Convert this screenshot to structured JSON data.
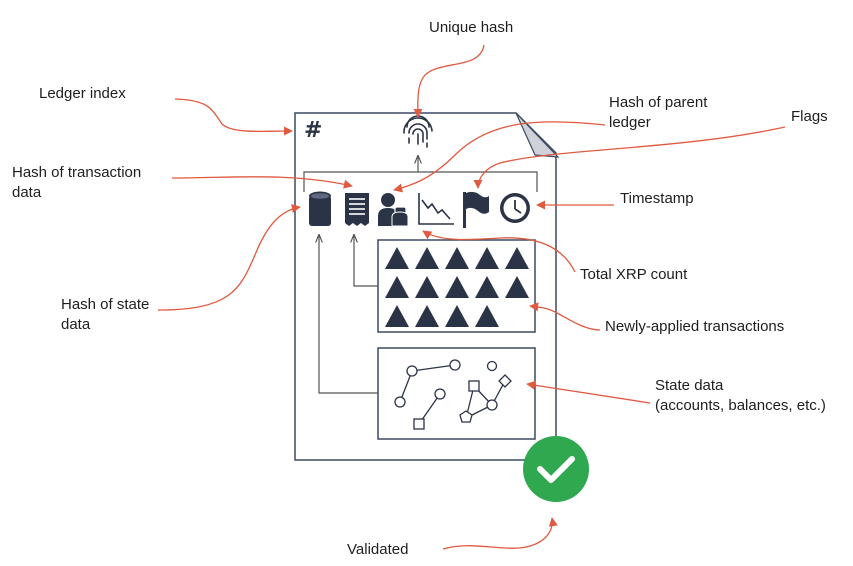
{
  "labels": {
    "unique_hash": "Unique hash",
    "ledger_index": "Ledger index",
    "hash_parent_line1": "Hash of parent",
    "hash_parent_line2": "ledger",
    "flags": "Flags",
    "hash_tx_line1": "Hash of transaction",
    "hash_tx_line2": "data",
    "timestamp": "Timestamp",
    "total_xrp": "Total XRP count",
    "hash_state_line1": "Hash of state",
    "hash_state_line2": "data",
    "new_tx": "Newly-applied transactions",
    "state_line1": "State data",
    "state_line2": "(accounts, balances, etc.)",
    "validated": "Validated"
  },
  "ledger_index_symbol": "#",
  "icons": [
    "fingerprint-icon",
    "database-icon",
    "receipt-icon",
    "person-icon",
    "chart-down-icon",
    "flag-icon",
    "clock-icon",
    "checkmark-icon"
  ],
  "colors": {
    "arrow": "#e05a3f",
    "outline": "#3d4a63",
    "icon": "#2b3446",
    "check": "#2fa84f"
  }
}
